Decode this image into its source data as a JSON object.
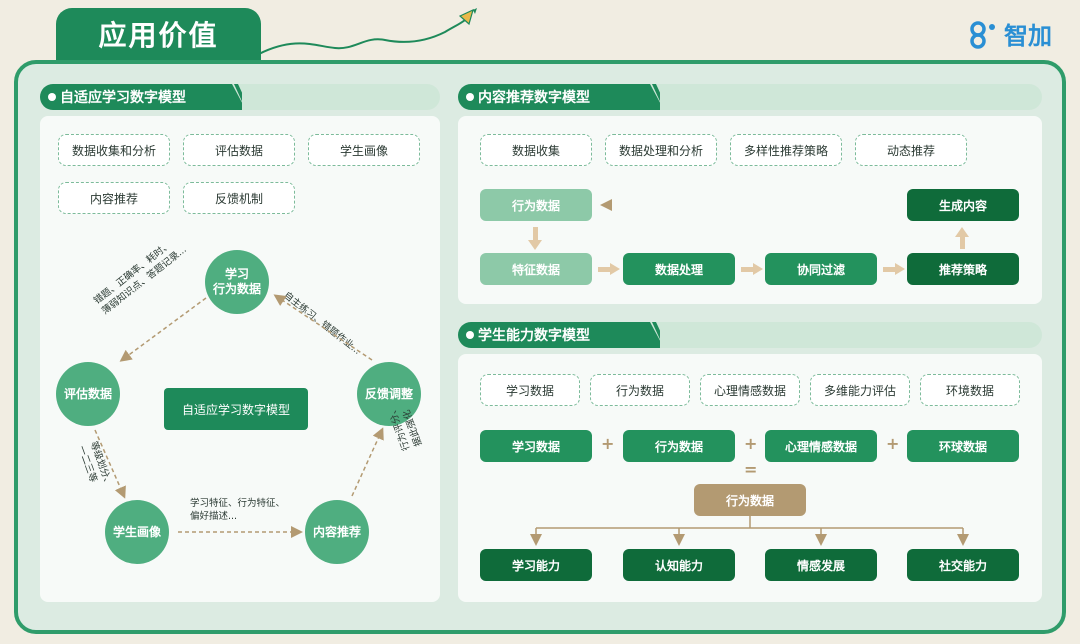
{
  "header": {
    "title": "应用价值",
    "brand": "智加"
  },
  "colors": {
    "primary": "#1e8a5a",
    "dark": "#0f6b3a",
    "light": "#8dc9a8",
    "gold": "#b39a72",
    "brand": "#2a8fd4"
  },
  "adaptive": {
    "title": "自适应学习数字模型",
    "chips": [
      "数据收集和分析",
      "评估数据",
      "学生画像",
      "内容推荐",
      "反馈机制"
    ],
    "nodes": {
      "top": "学习\n行为数据",
      "left": "评估数据",
      "right": "反馈调整",
      "bottom_left": "学生画像",
      "bottom_right": "内容推荐"
    },
    "center": "自适应学习数字模型",
    "notes": {
      "top_left": "错题、正确率、耗时、\n薄弱知识点、答题记录...",
      "top_right": "自主练习、错题作业...",
      "left": "等级划分、\n一二三等",
      "right": "行为评分、\n据此强化",
      "bottom": "学习特征、行为特征、\n偏好描述..."
    }
  },
  "content": {
    "title": "内容推荐数字模型",
    "chips": [
      "数据收集",
      "数据处理和分析",
      "多样性推荐策略",
      "动态推荐"
    ],
    "flow": {
      "behavior": "行为数据",
      "feature": "特征数据",
      "process": "数据处理",
      "filter": "协同过滤",
      "strategy": "推荐策略",
      "generate": "生成内容"
    }
  },
  "ability": {
    "title": "学生能力数字模型",
    "chips": [
      "学习数据",
      "行为数据",
      "心理情感数据",
      "多维能力评估",
      "环境数据"
    ],
    "inputs": [
      "学习数据",
      "行为数据",
      "心理情感数据",
      "环球数据"
    ],
    "operator": "+",
    "equals": "=",
    "combined": "行为数据",
    "outputs": [
      "学习能力",
      "认知能力",
      "情感发展",
      "社交能力"
    ]
  }
}
